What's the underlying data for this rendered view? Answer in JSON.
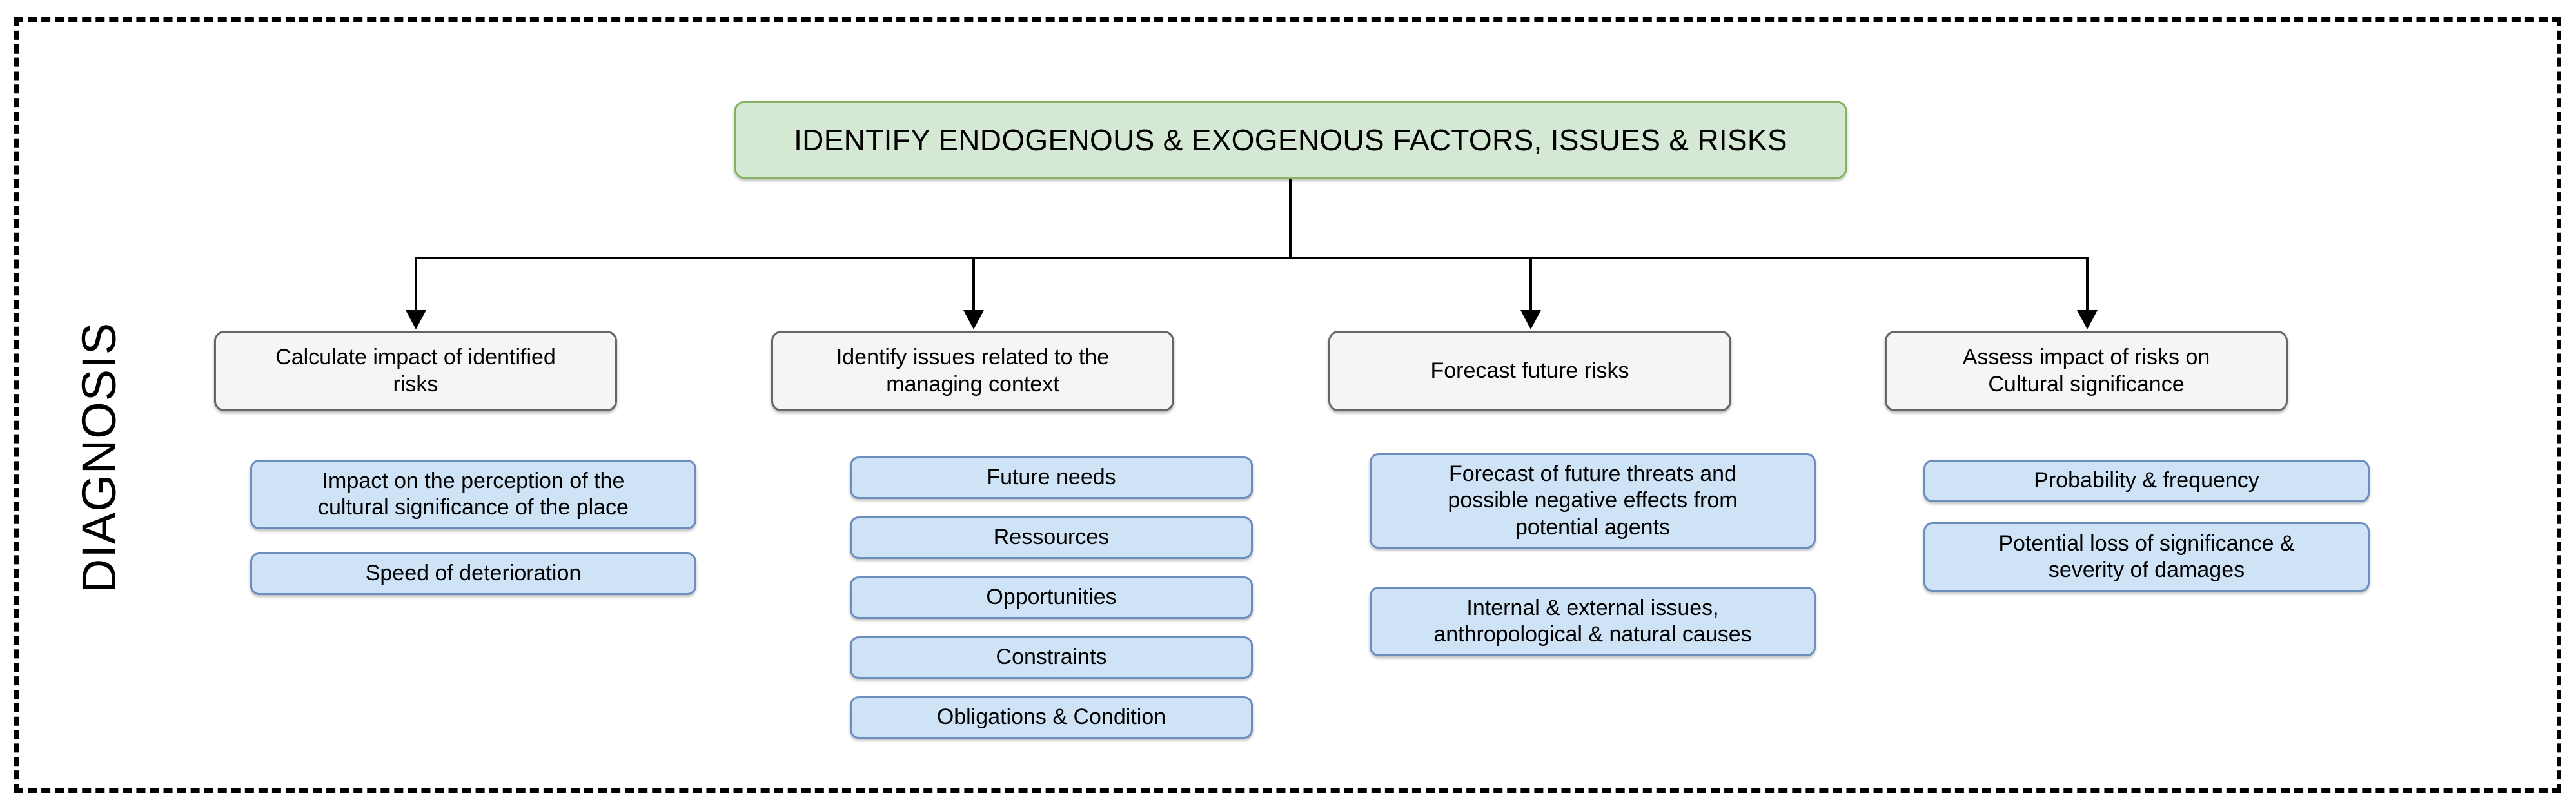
{
  "frame": {
    "phase_label": "DIAGNOSIS",
    "border_color": "#000000",
    "border_style": "dashed"
  },
  "title_node": {
    "label": "IDENTIFY ENDOGENOUS & EXOGENOUS FACTORS, ISSUES & RISKS",
    "fill": "#d5e8d4",
    "stroke": "#82b366"
  },
  "palette": {
    "stage_fill": "#f5f5f5",
    "stage_stroke": "#666666",
    "detail_fill": "#cfe3f7",
    "detail_stroke": "#6c8ebf",
    "connector": "#000000"
  },
  "columns": [
    {
      "stage_label": "Calculate impact of identified\nrisks",
      "details": [
        "Impact on the perception of the\ncultural significance of the place",
        "Speed of deterioration"
      ]
    },
    {
      "stage_label": "Identify issues related to the\nmanaging context",
      "details": [
        "Future needs",
        "Ressources",
        "Opportunities",
        "Constraints",
        "Obligations & Condition"
      ]
    },
    {
      "stage_label": "Forecast future risks",
      "details": [
        "Forecast of future threats and\npossible negative effects from\npotential agents",
        "Internal & external issues,\nanthropological & natural causes"
      ]
    },
    {
      "stage_label": "Assess impact of risks on\nCultural significance",
      "details": [
        "Probability & frequency",
        "Potential loss of significance &\nseverity of damages"
      ]
    }
  ]
}
